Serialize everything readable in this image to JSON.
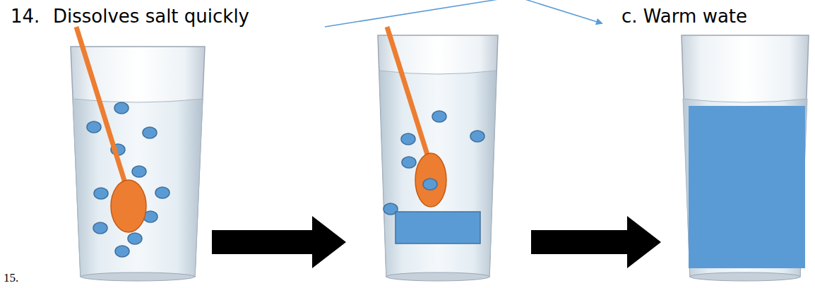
{
  "diagram": {
    "labels": [
      "14.",
      "Dissolves salt quickly",
      "c. Warm wate",
      "15."
    ]
  }
}
